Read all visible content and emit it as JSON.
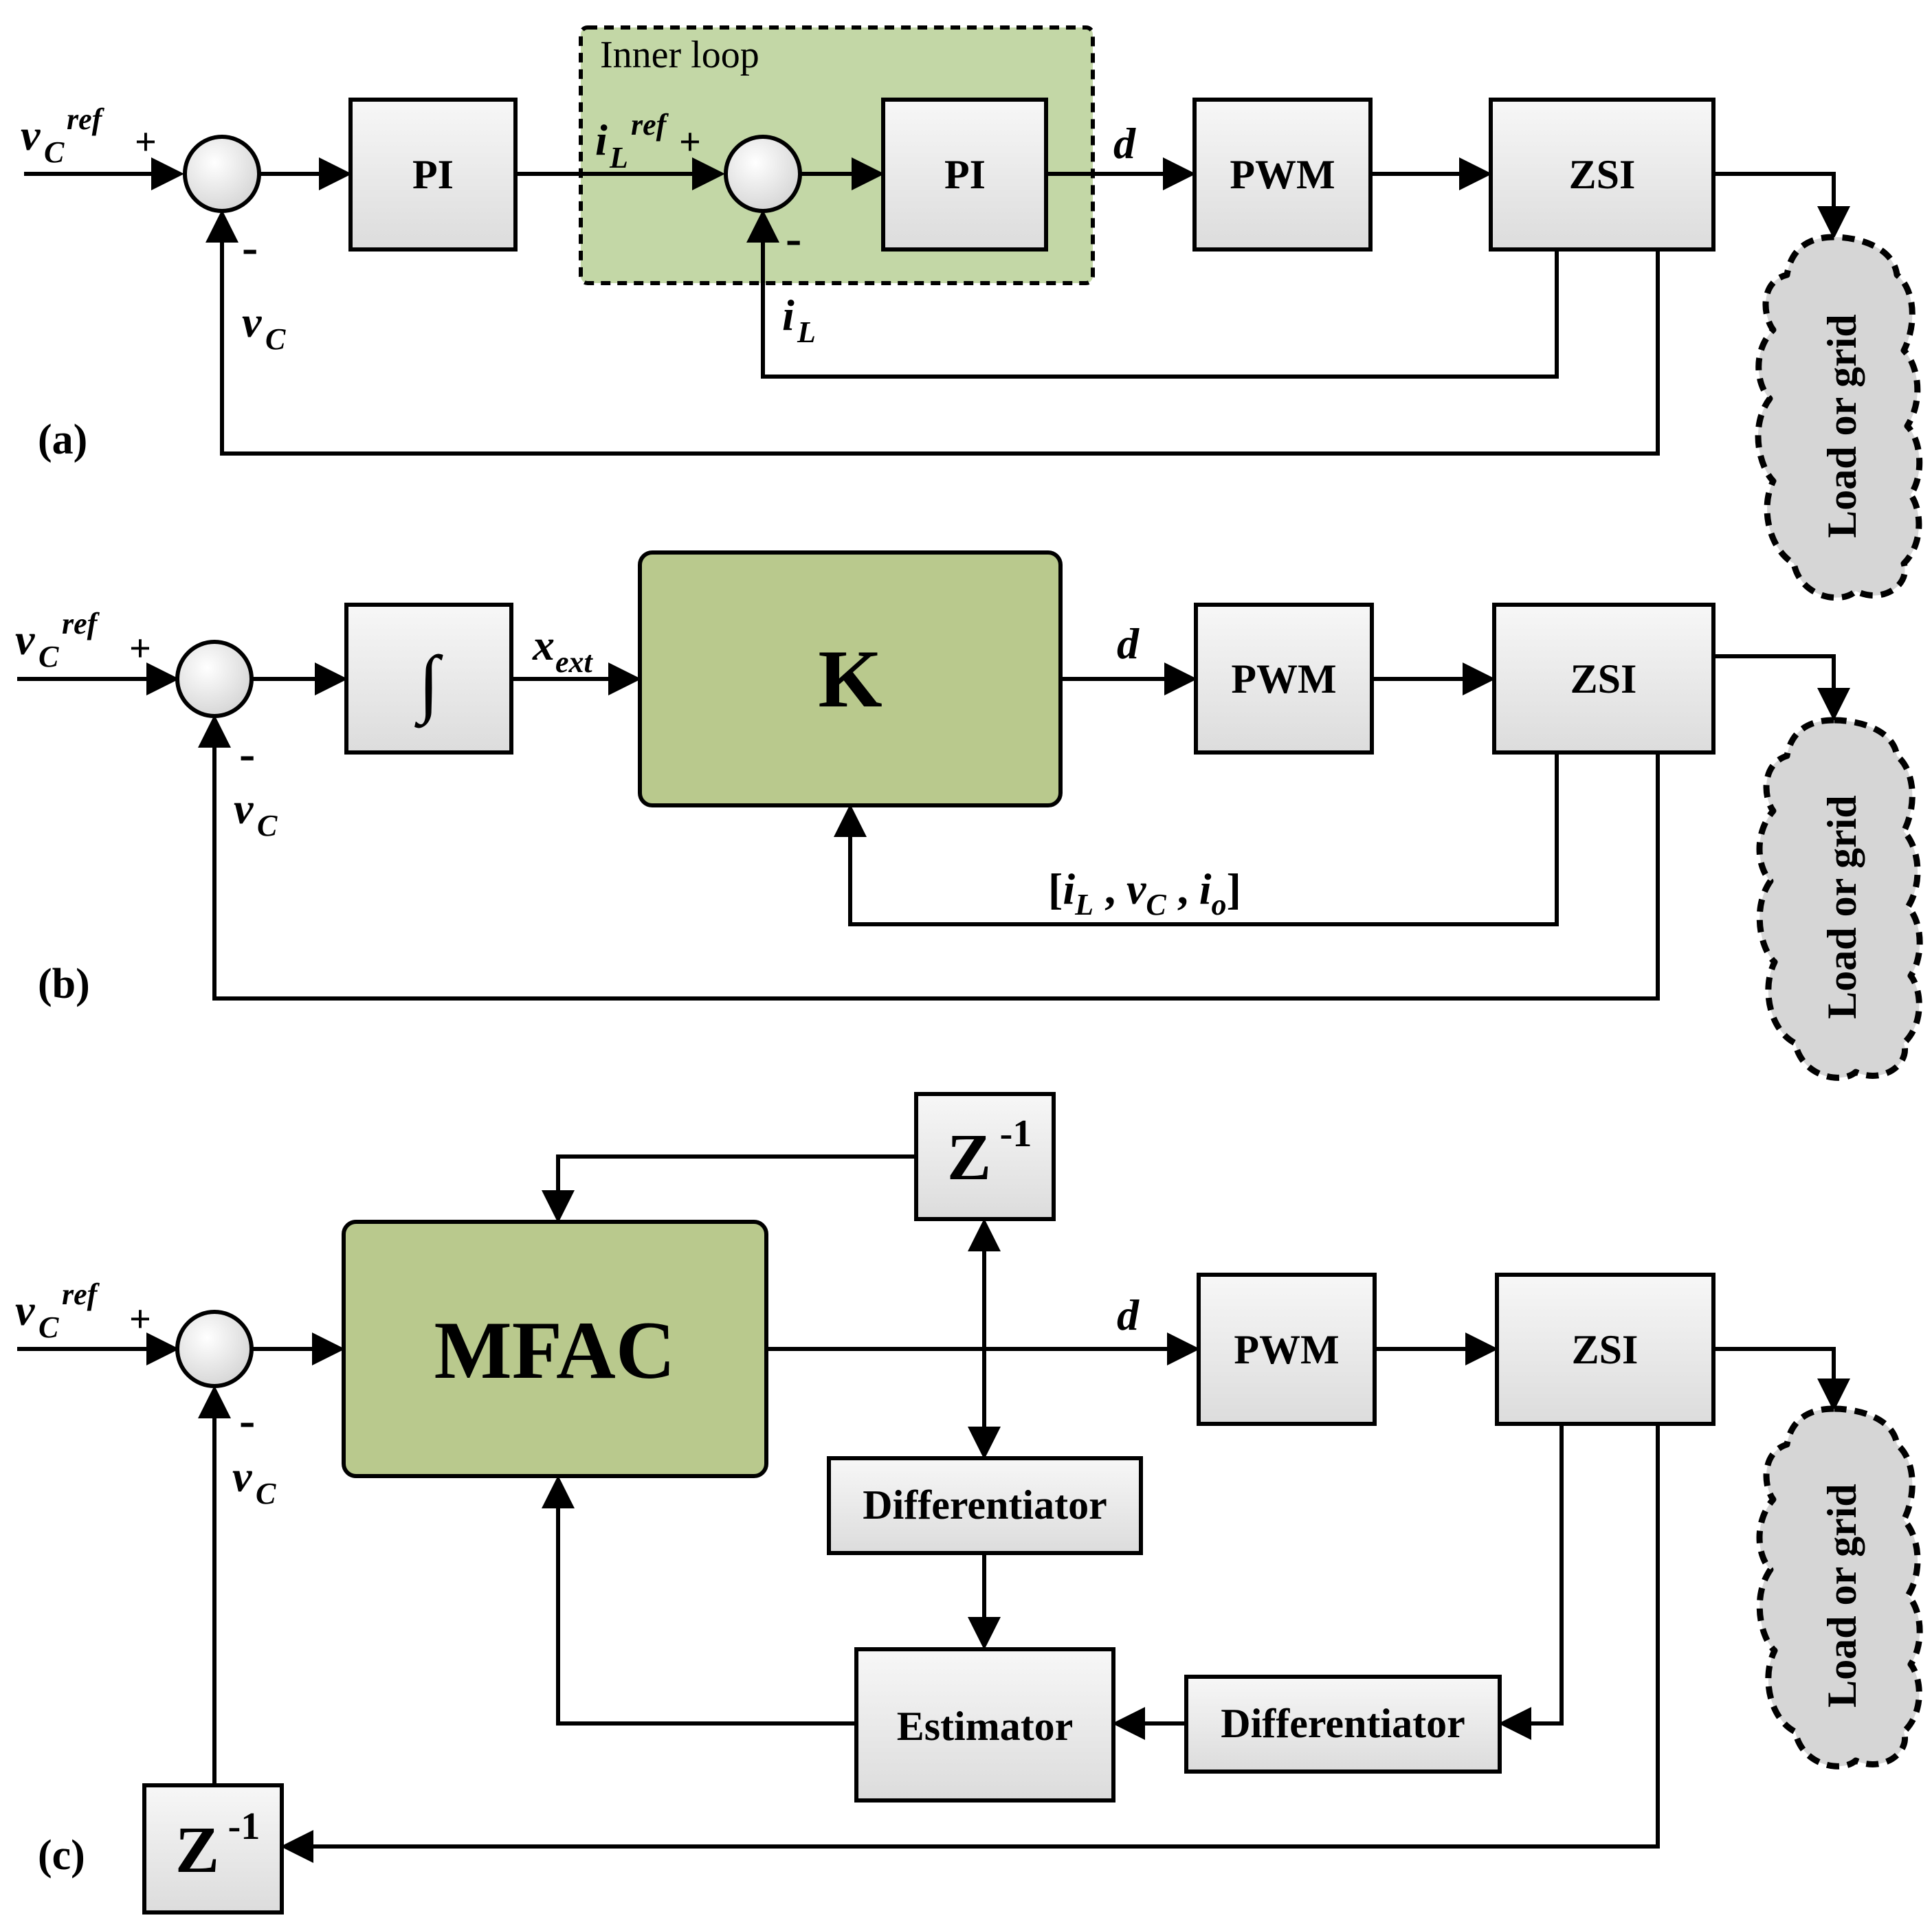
{
  "panel_a": {
    "tag": "(a)",
    "inner_loop": "Inner loop",
    "pi1": "PI",
    "pi2": "PI",
    "pwm": "PWM",
    "zsi": "ZSI",
    "load": "Load or grid",
    "plus1": "+",
    "minus1": "-",
    "plus2": "+",
    "minus2": "-",
    "v_sym": "v",
    "c_sub": "C",
    "ref_sup": "ref",
    "i_sym": "i",
    "l_sub": "L",
    "d_sym": "d"
  },
  "panel_b": {
    "tag": "(b)",
    "integrator": "∫",
    "k": "K",
    "pwm": "PWM",
    "zsi": "ZSI",
    "load": "Load or grid",
    "plus": "+",
    "minus": "-",
    "v_sym": "v",
    "c_sub": "C",
    "ref_sup": "ref",
    "x_sym": "x",
    "ext_sub": "ext",
    "d_sym": "d",
    "fb_open": "[",
    "fb_i": "i",
    "fb_l": "L",
    "fb_comma1": " , ",
    "fb_v": "v",
    "fb_c": "C",
    "fb_comma2": " , ",
    "fb_io": "i",
    "fb_o": "o",
    "fb_close": "]"
  },
  "panel_c": {
    "tag": "(c)",
    "mfac": "MFAC",
    "z_top": "Z",
    "z_top_sup": "-1",
    "z_bottom": "Z",
    "z_bottom_sup": "-1",
    "diff_top": "Differentiator",
    "diff_right": "Differentiator",
    "estimator": "Estimator",
    "pwm": "PWM",
    "zsi": "ZSI",
    "load": "Load or grid",
    "plus": "+",
    "minus": "-",
    "v_sym": "v",
    "c_sub": "C",
    "ref_sup": "ref",
    "d_sym": "d"
  },
  "colors": {
    "block_fill": "#e8e8e8",
    "controller_fill": "#b9c98d",
    "inner_loop_fill": "#c3d7a6",
    "cloud_fill": "#d6d6d6"
  }
}
